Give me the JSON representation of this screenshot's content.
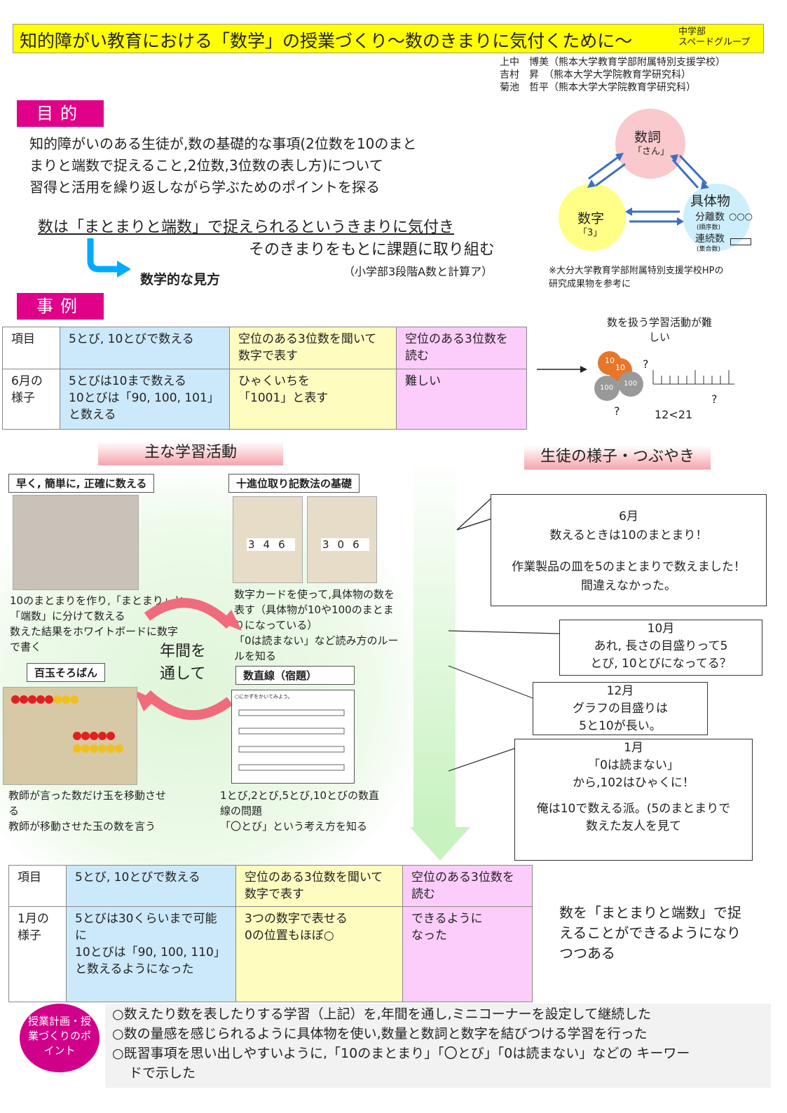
{
  "header": {
    "title": "知的障がい教育における「数学」の授業づくり〜数のきまりに気付くために〜",
    "group": [
      "中学部",
      "スペードグループ"
    ],
    "authors": [
      "上中　博美（熊本大学教育学部附属特別支援学校）",
      "吉村　昇　（熊本大学大学院教育学研究科）",
      "菊池　哲平（熊本大学大学院教育学研究科）"
    ]
  },
  "purpose": {
    "label": "目的",
    "lines": [
      "知的障がいのある生徒が,数の基礎的な事項(2位数を10のまと",
      "まりと端数で捉えること,2位数,3位数の表し方)について",
      "習得と活用を繰り返しながら学ぶためのポイントを探る"
    ],
    "rule_line1": "数は「まとまりと端数」で捉えられるというきまりに気付き",
    "rule_line2": "そのきまりをもとに課題に取り組む",
    "math_view": "数学的な見方",
    "reference": "（小学部3段階A数と計算ア）"
  },
  "triangle": {
    "sushi": "数詞",
    "sushi_sub": "「さん」",
    "suji": "数字",
    "suji_sub": "「3」",
    "gutai": "具体物",
    "bunri": "分離数",
    "bunri_sub": "(順序数)",
    "renzoku": "連続数",
    "renzoku_sub": "(集合数)",
    "circles": "○○○",
    "note1": "※大分大学教育学部附属特別支援学校HPの",
    "note2": "研究成果物を参考に"
  },
  "case": {
    "label": "事例",
    "june_table": {
      "headers": [
        "項目",
        "5とび, 10とびで数える",
        "空位のある3位数を聞いて数字で表す",
        "空位のある3位数を読む"
      ],
      "row_label": "6月の様子",
      "cells": [
        "5とびは10まで数える\n10とびは「90, 100, 101」と数える",
        "ひゃくいちを\n「1001」と表す",
        "難しい"
      ]
    },
    "difficulty_title": "数を扱う学習活動が難しい",
    "coin1": "10",
    "coin2": "10",
    "coin3": "100",
    "coin4": "100",
    "q": "?",
    "compare": "12<21"
  },
  "activities": {
    "heading": "主な学習活動",
    "a1_title": "早く, 簡単に, 正確に数える",
    "a1_caption": "10のまとまりを作り,「まとまり」と「端数」に分けて数える\n数えた結果をホワイトボードに数字で書く",
    "a2_title": "十進位取り記数法の基礎",
    "a2_card1": [
      "3",
      "4",
      "6"
    ],
    "a2_card2": [
      "3",
      "0",
      "6"
    ],
    "a2_caption": "数字カードを使って,具体物の数を表す（具体物が10や100のまとまりになっている）\n「0は読まない」など読み方のルールを知る",
    "cycle": "年間を\n通して",
    "a3_title": "百玉そろばん",
    "a3_caption": "教師が言った数だけ玉を移動させる\n教師が移動させた玉の数を言う",
    "a4_title": "数直線（宿題）",
    "a4_worksheet": "○にかずをかいてみよう。",
    "a4_caption": "1とび,2とび,5とび,10とびの数直線の問題\n「〇とび」という考え方を知る"
  },
  "students": {
    "heading": "生徒の様子・つぶやき",
    "b1": [
      "6月",
      "数えるときは10のまとまり！",
      "",
      "作業製品の皿を5のまとまりで数えました！",
      "間違えなかった。"
    ],
    "b2": [
      "10月",
      "あれ, 長さの目盛りって5",
      "とび, 10とびになってる？"
    ],
    "b3": [
      "12月",
      "グラフの目盛りは",
      "5と10が長い。"
    ],
    "b4": [
      "1月",
      "「0は読まない」",
      "から,102はひゃくに！",
      "",
      "俺は10で数える派。(5のまとまりで",
      "数えた友人を見て"
    ]
  },
  "jan_table": {
    "headers": [
      "項目",
      "5とび, 10とびで数える",
      "空位のある3位数を聞いて数字で表す",
      "空位のある3位数を読む"
    ],
    "row_label": "1月の様子",
    "cells": [
      "5とびは30くらいまで可能に\n10とびは「90, 100, 110」と数えるようになった",
      "3つの数字で表せる\n0の位置もほぼ○",
      "できるように\nなった"
    ],
    "summary": "数を「まとまりと端数」で捉えることができるようになりつつある"
  },
  "points": {
    "badge": "授業計画・授業づくりのポイント",
    "lines": [
      "○数えたり数を表したりする学習（上記）を,年間を通し,ミニコーナーを設定して継続した",
      "○数の量感を感じられるように具体物を使い,数量と数詞と数字を結びつける学習を行った",
      "○既習事項を思い出しやすいように,「10のまとまり」「〇とび」「0は読まない」などの キーワー",
      "ドで示した"
    ]
  },
  "colors": {
    "title_bg": "#ffff00",
    "section_label": "#e0008a",
    "blue": "#cce9fb",
    "yellow": "#fffcc0",
    "pink": "#fccdfb",
    "arrow": "#00aaff"
  }
}
